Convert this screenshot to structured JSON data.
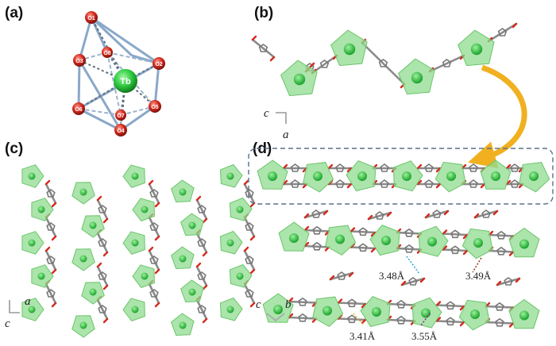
{
  "panels": [
    {
      "id": "a",
      "label": "(a)"
    },
    {
      "id": "b",
      "label": "(b)"
    },
    {
      "id": "c",
      "label": "(c)"
    },
    {
      "id": "d",
      "label": "(d)"
    }
  ],
  "panel_a": {
    "center_atom": "Tb",
    "oxygen_atoms": [
      "O1",
      "O2",
      "O3",
      "O4",
      "O5",
      "O6",
      "O7",
      "O8"
    ]
  },
  "panel_b": {
    "axes": [
      "c",
      "a"
    ]
  },
  "panel_c": {
    "axes": [
      "a",
      "c"
    ]
  },
  "panel_d": {
    "axes": [
      "c",
      "b"
    ],
    "distances": [
      "3.48Å",
      "3.49Å",
      "3.41Å",
      "3.55Å"
    ]
  },
  "colors": {
    "tb_sphere": "#2ecc40",
    "polyhedron": "#8fdc8f",
    "oxygen": "#d42a1e",
    "bond": "#8aa8c8",
    "linker": "#8a8a8a",
    "arrow": "#f0b020",
    "dashed_box": "#5a7088"
  }
}
